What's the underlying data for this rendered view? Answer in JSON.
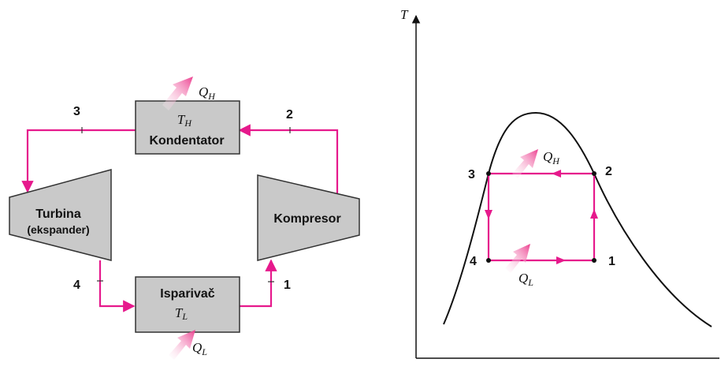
{
  "colors": {
    "flow": "#e6198c",
    "box_fill": "#c9c9c9",
    "box_stroke": "#333333",
    "heat_arrow": "#ee6aa7",
    "curve": "#111111"
  },
  "cycle_diagram": {
    "condenser": {
      "label": "Kondentator",
      "temp_symbol": "T",
      "temp_sub": "H"
    },
    "evaporator": {
      "label": "Isparivač",
      "temp_symbol": "T",
      "temp_sub": "L"
    },
    "compressor": {
      "label": "Kompresor"
    },
    "turbine": {
      "label": "Turbina",
      "sublabel": "(ekspander)"
    },
    "heat_out": {
      "symbol": "Q",
      "sub": "H"
    },
    "heat_in": {
      "symbol": "Q",
      "sub": "L"
    },
    "states": {
      "s1": "1",
      "s2": "2",
      "s3": "3",
      "s4": "4"
    }
  },
  "ts_diagram": {
    "y_axis_label": "T",
    "heat_out": {
      "symbol": "Q",
      "sub": "H"
    },
    "heat_in": {
      "symbol": "Q",
      "sub": "L"
    },
    "states": {
      "s1": "1",
      "s2": "2",
      "s3": "3",
      "s4": "4"
    }
  }
}
